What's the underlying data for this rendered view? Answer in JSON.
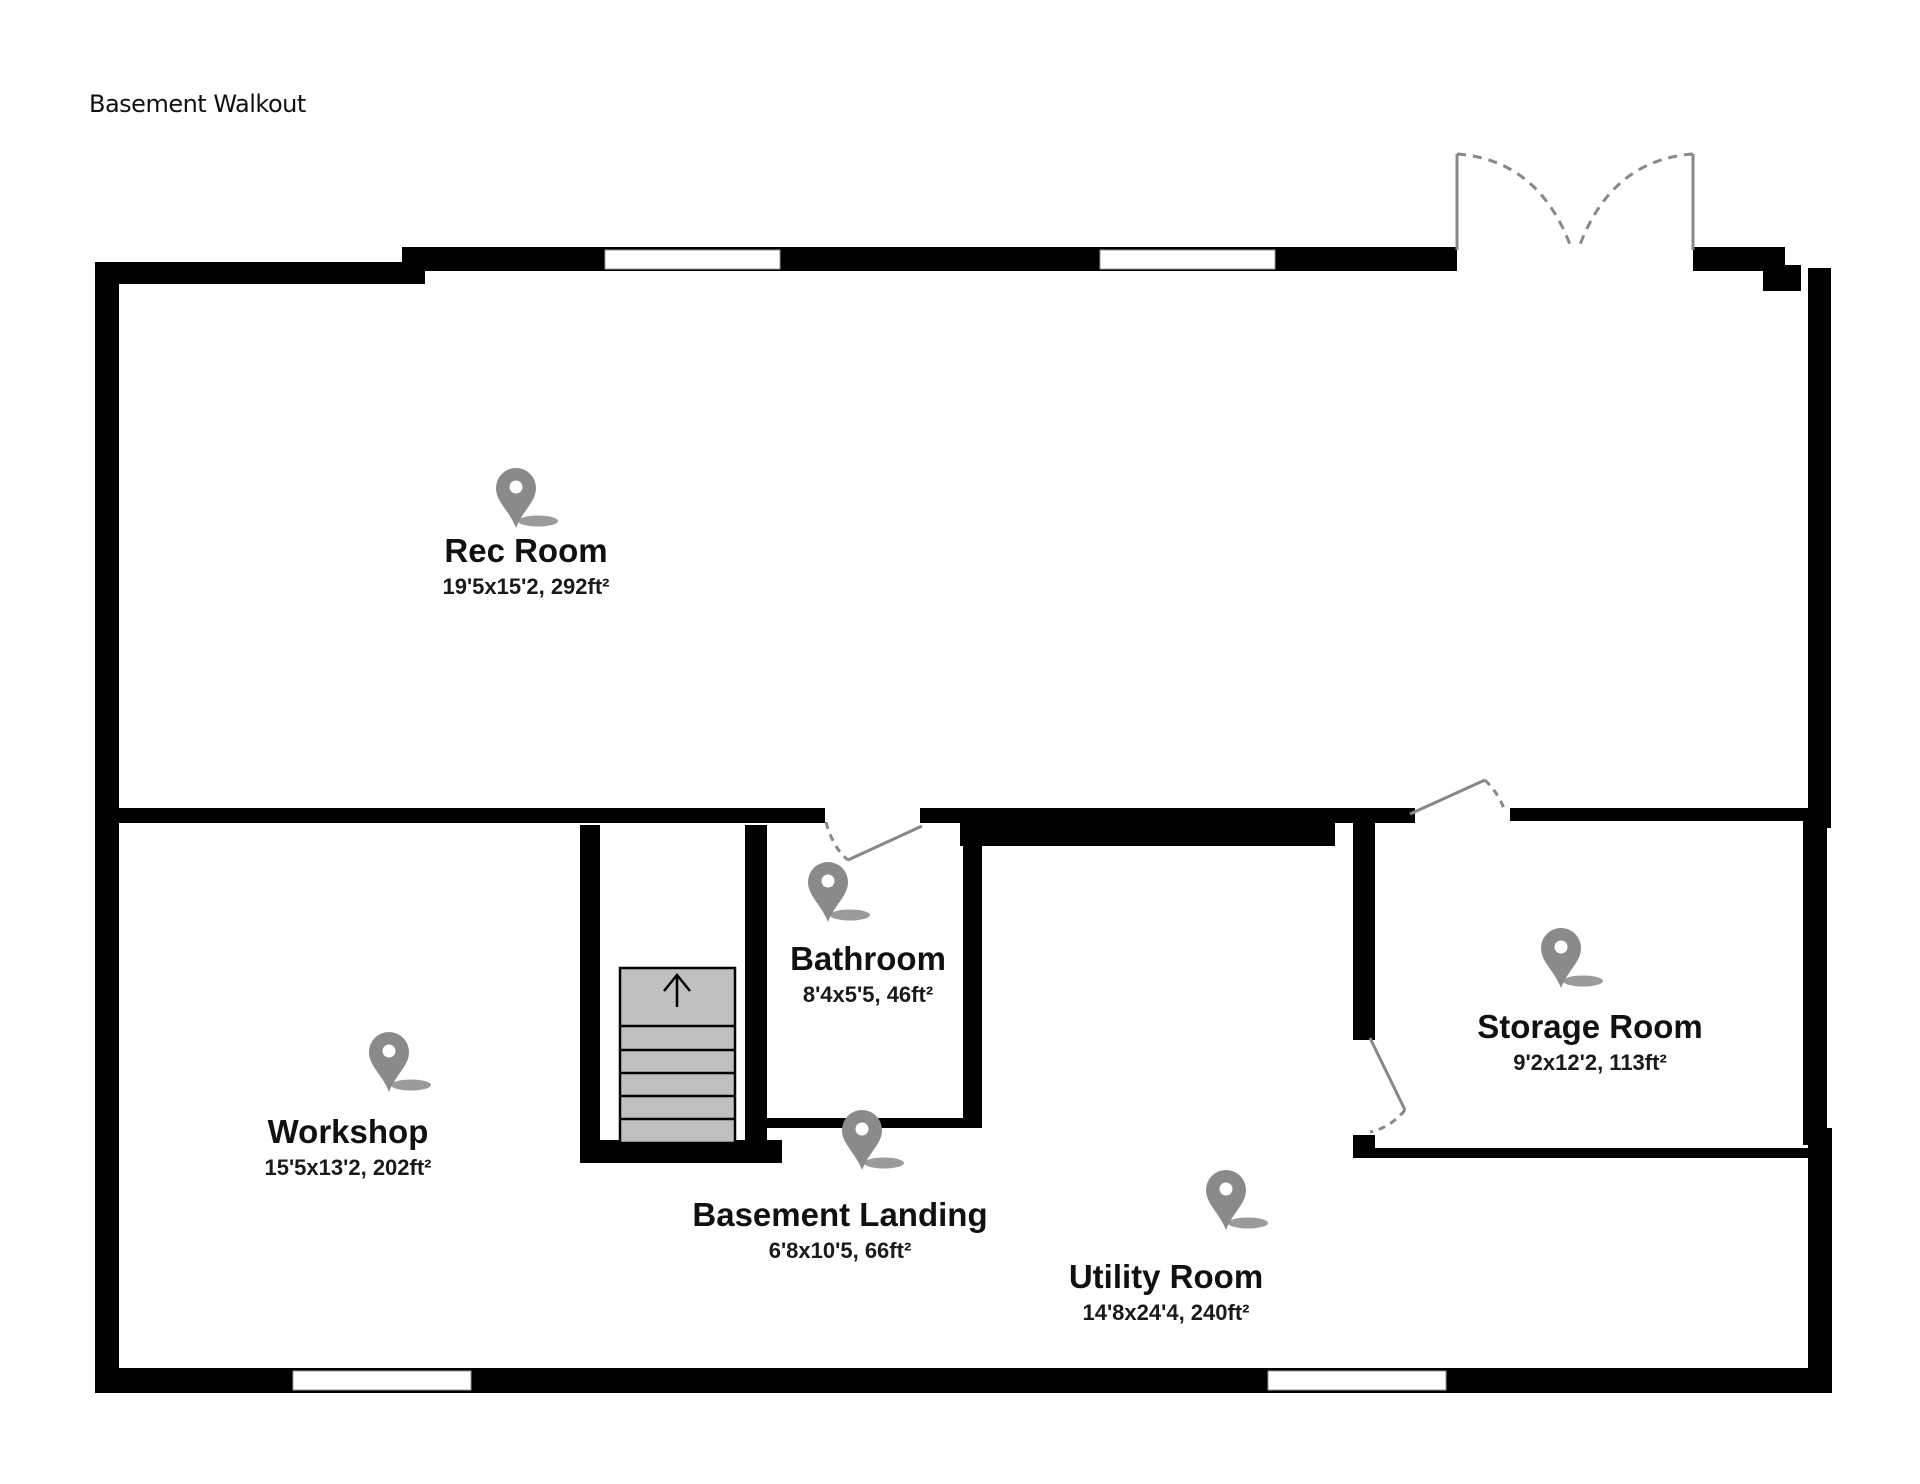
{
  "floor": {
    "title": "Basement Walkout"
  },
  "colors": {
    "wall": "#000000",
    "door_swing": "#888888",
    "stairs_fill": "#c0c0c0",
    "pin": "#8a8a8a",
    "background": "#ffffff"
  },
  "rooms": [
    {
      "id": "rec-room",
      "name": "Rec Room",
      "dims": "19'5x15'2, 292ft²"
    },
    {
      "id": "bathroom",
      "name": "Bathroom",
      "dims": "8'4x5'5, 46ft²"
    },
    {
      "id": "storage-room",
      "name": "Storage Room",
      "dims": "9'2x12'2, 113ft²"
    },
    {
      "id": "workshop",
      "name": "Workshop",
      "dims": "15'5x13'2, 202ft²"
    },
    {
      "id": "basement-landing",
      "name": "Basement Landing",
      "dims": "6'8x10'5, 66ft²"
    },
    {
      "id": "utility-room",
      "name": "Utility Room",
      "dims": "14'8x24'4, 240ft²"
    }
  ],
  "icons": {
    "pin": "map-pin-icon",
    "stairs_arrow": "arrow-up-icon"
  }
}
